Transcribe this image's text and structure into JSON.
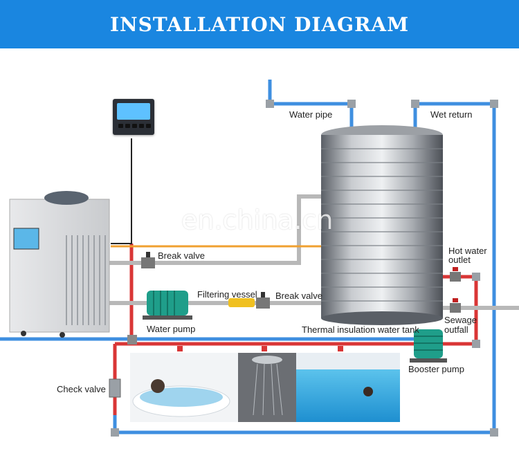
{
  "header": {
    "title": "INSTALLATION DIAGRAM"
  },
  "watermark": "en.china.cn",
  "labels": {
    "water_pipe": "Water pipe",
    "wet_return": "Wet return",
    "break_valve_1": "Break valve",
    "filtering_vessel": "Filtering vessel",
    "break_valve_2": "Break valve",
    "water_pump": "Water pump",
    "thermal_tank": "Thermal insulation water tank",
    "hot_water_outlet_1": "Hot water",
    "hot_water_outlet_2": "outlet",
    "sewage_outfall_1": "Sewage",
    "sewage_outfall_2": "outfall",
    "booster_pump": "Booster pump",
    "check_valve": "Check valve"
  },
  "colors": {
    "banner": "#1a86e0",
    "cold_pipe": "#3f8fe0",
    "hot_pipe": "#d93636",
    "grey_pipe": "#b8b8b8",
    "orange_pipe": "#f0a030",
    "pump_green": "#1f9e8a"
  },
  "icons": [
    "controller-panel",
    "heat-pump-unit",
    "water-tank",
    "water-pump-icon",
    "booster-pump-icon",
    "valve-icon",
    "filter-vessel-icon",
    "check-valve-icon"
  ]
}
